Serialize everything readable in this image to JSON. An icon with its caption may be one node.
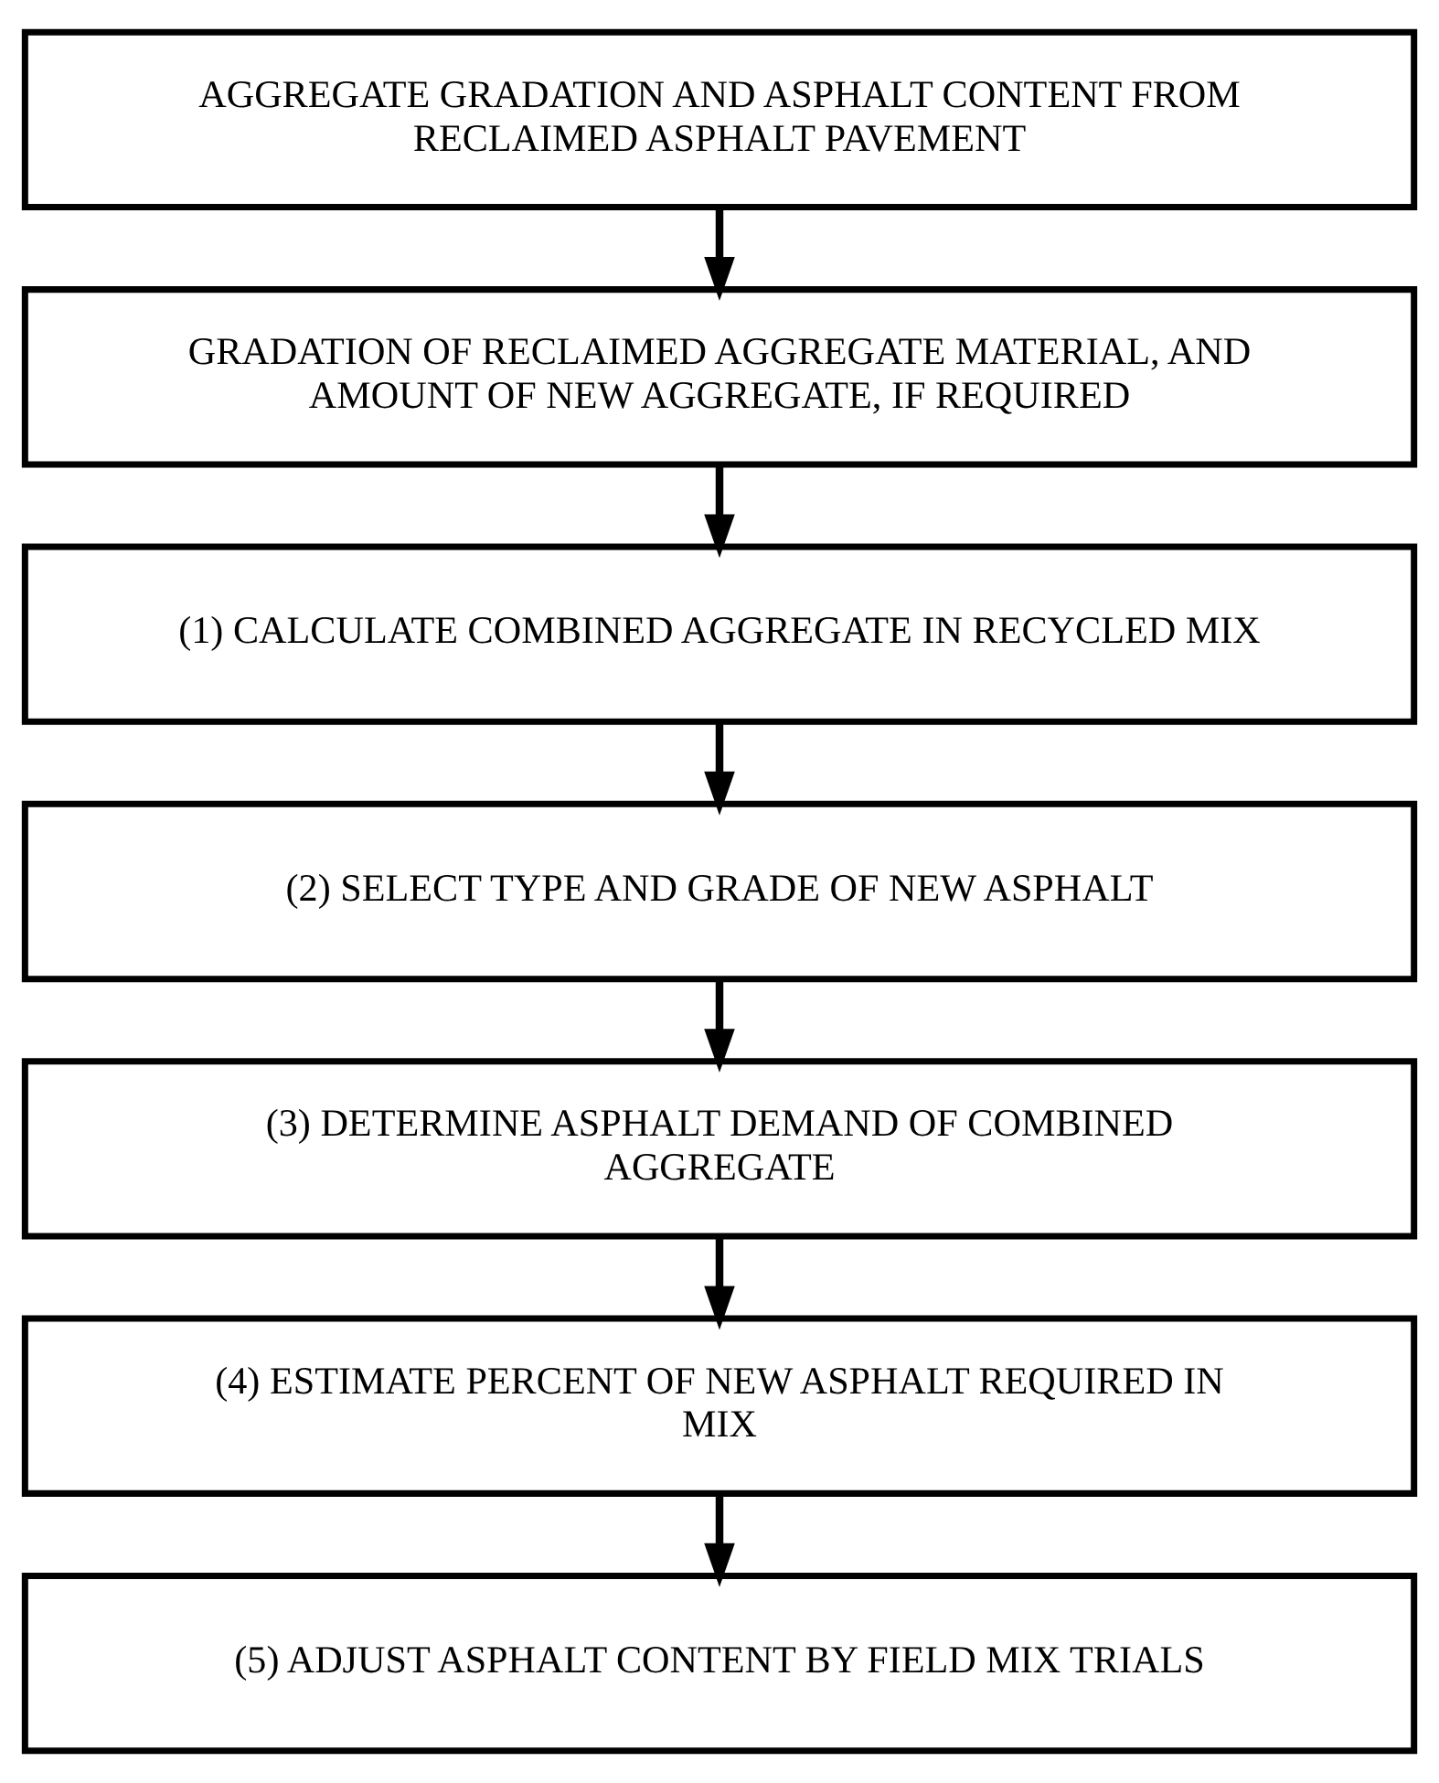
{
  "diagram": {
    "nodes": [
      {
        "text": [
          "AGGREGATE GRADATION AND ASPHALT CONTENT FROM RECLAIMED ASPHALT PAVEMENT"
        ]
      },
      {
        "text": [
          "GRADATION OF RECLAIMED AGGREGATE MATERIAL, AND AMOUNT OF NEW AGGREGATE, IF REQUIRED"
        ]
      },
      {
        "text": [
          "(1) CALCULATE COMBINED AGGREGATE IN RECYCLED MIX"
        ]
      },
      {
        "text": [
          "(2) SELECT TYPE AND GRADE OF NEW ASPHALT"
        ]
      },
      {
        "text": [
          "(3) DETERMINE ASPHALT DEMAND OF COMBINED AGGREGATE"
        ]
      },
      {
        "text": [
          "(4) ESTIMATE PERCENT OF NEW ASPHALT REQUIRED IN MIX"
        ]
      },
      {
        "text": [
          "(5) ADJUST ASPHALT CONTENT BY FIELD MIX TRIALS"
        ]
      }
    ],
    "edges": [
      {
        "from": 0,
        "to": 1,
        "arrow": "to"
      },
      {
        "from": 1,
        "to": 2,
        "arrow": "to"
      },
      {
        "from": 2,
        "to": 3,
        "arrow": "to"
      },
      {
        "from": 3,
        "to": 4,
        "arrow": "to"
      },
      {
        "from": 4,
        "to": 5,
        "arrow": "to"
      },
      {
        "from": 5,
        "to": 6,
        "arrow": "to"
      }
    ]
  }
}
